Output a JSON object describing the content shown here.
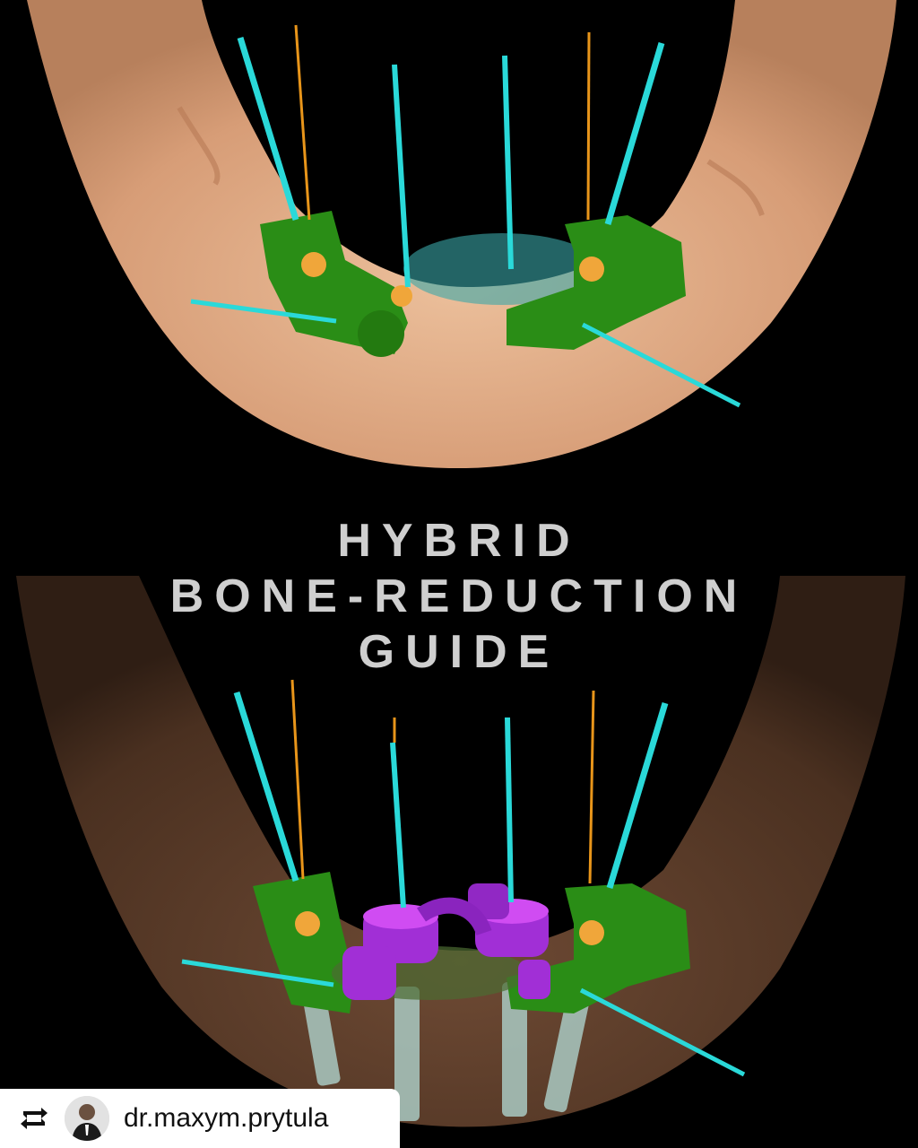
{
  "image": {
    "colors": {
      "background": "#000000",
      "bone_top": "#e0aa85",
      "bone_bottom": "#5a3c2a",
      "guide_green": "#1f8a12",
      "pin_cyan": "#2ad9d9",
      "drill_orange": "#e8951a",
      "sleeve_purple": "#a12fd6",
      "implant_gray": "#a9c9c2",
      "title_text": "#cfcfcf"
    },
    "scene_elements": [
      "mandible-3d-model-top",
      "mandible-3d-model-bottom",
      "surgical-guide",
      "fixation-pins",
      "drill-axes",
      "implants",
      "guide-sleeves"
    ]
  },
  "title": {
    "line1": "HYBRID",
    "line2": "BONE-REDUCTION",
    "line3": "GUIDE"
  },
  "repost": {
    "icon": "repost-icon",
    "username": "dr.maxym.prytula"
  }
}
